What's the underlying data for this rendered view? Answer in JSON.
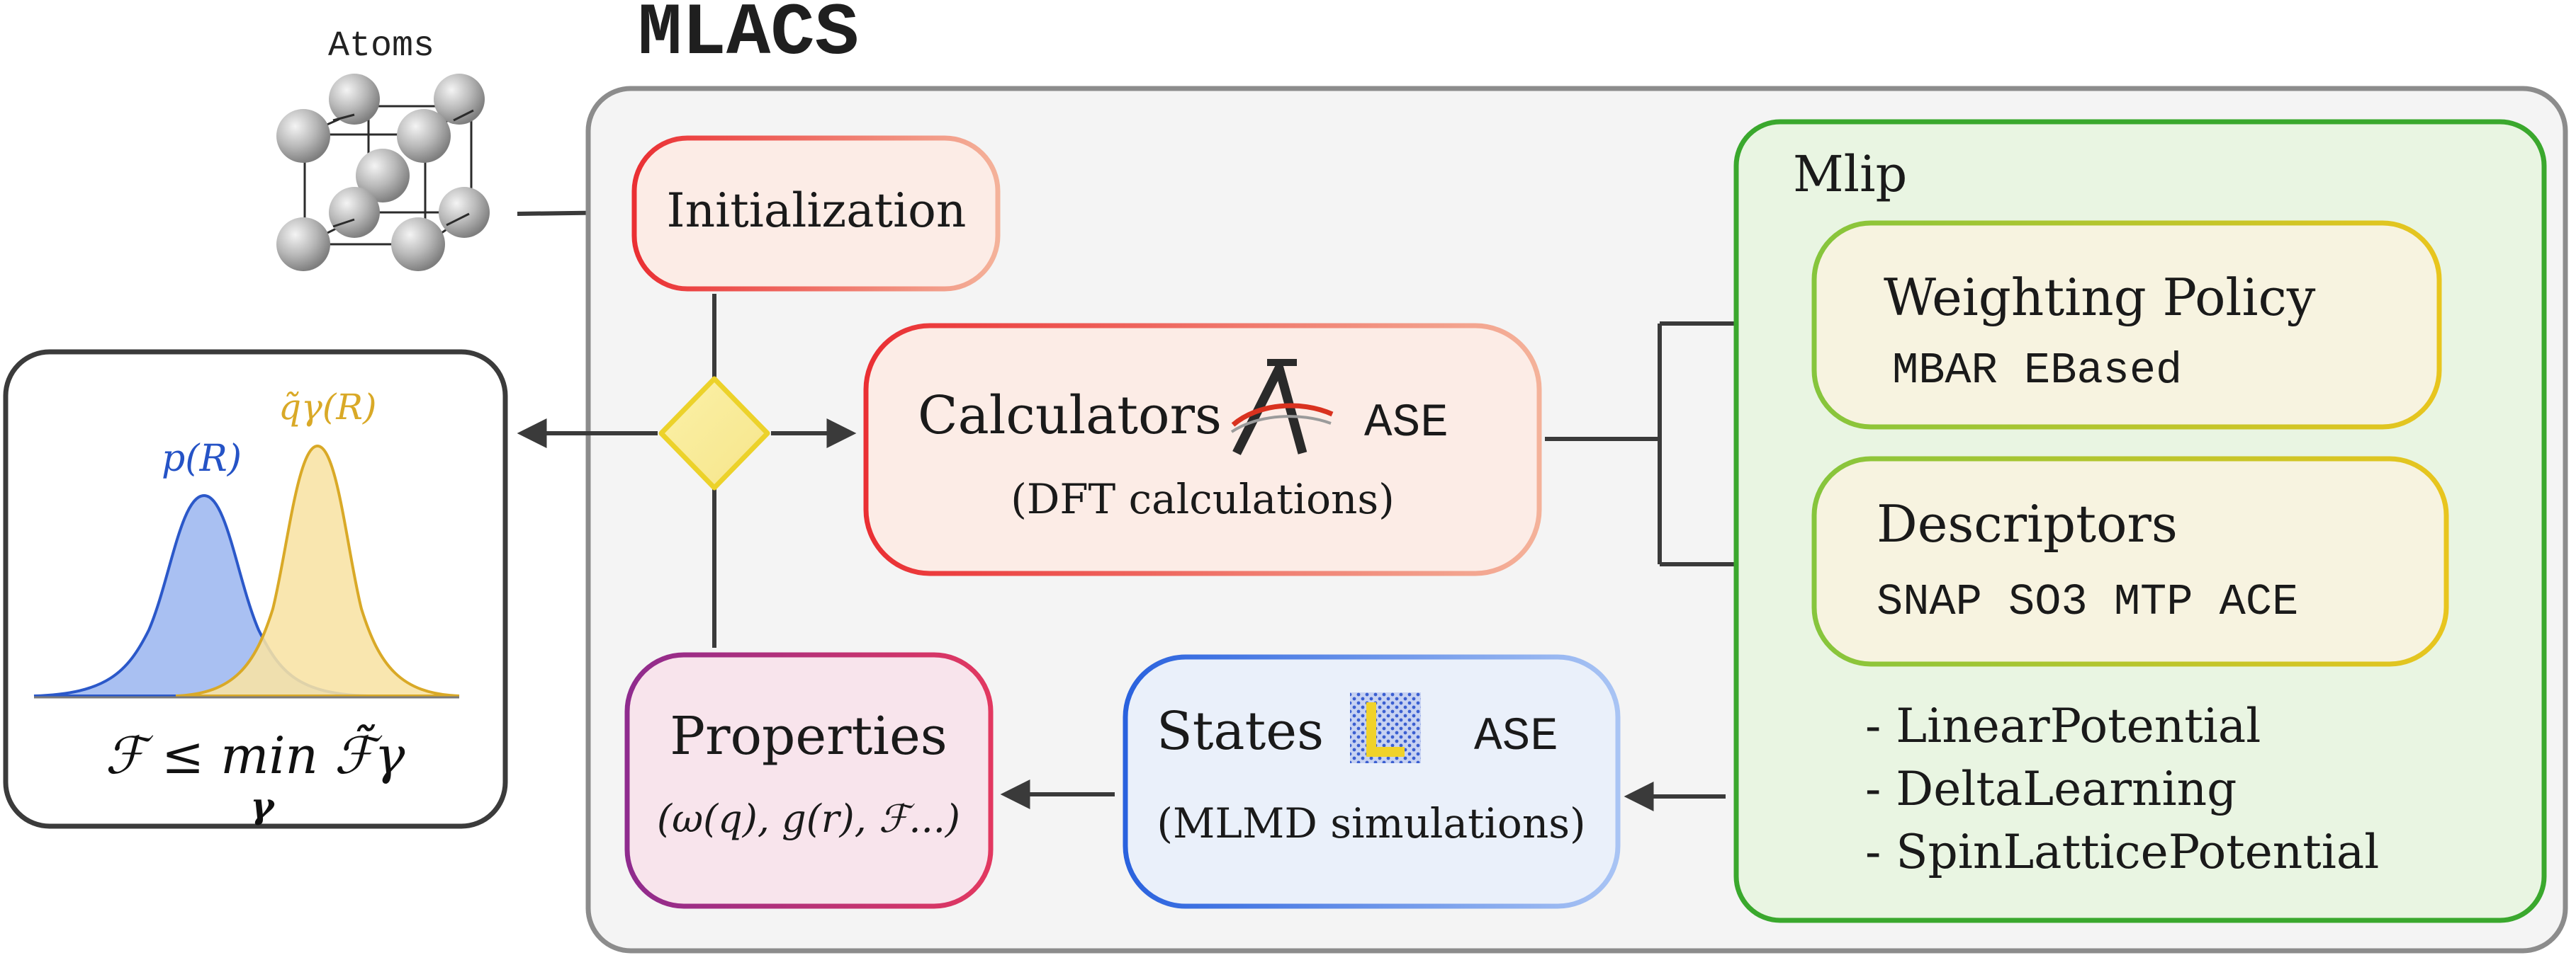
{
  "atoms": {
    "label": "Atoms"
  },
  "mlacs": {
    "title": "MLACS"
  },
  "initialization": {
    "label": "Initialization"
  },
  "calculators": {
    "label": "Calculators",
    "ase": "ASE",
    "subtitle": "(DFT calculations)"
  },
  "properties": {
    "label": "Properties",
    "subtitle": "(ω(q), g(r), ℱ...)"
  },
  "states": {
    "label": "States",
    "ase": "ASE",
    "subtitle": "(MLMD simulations)"
  },
  "mlip": {
    "title": "Mlip",
    "weighting": {
      "label": "Weighting Policy",
      "options": "MBAR EBased"
    },
    "descriptors": {
      "label": "Descriptors",
      "options": "SNAP SO3 MTP ACE"
    },
    "models": [
      "- LinearPotential",
      "- DeltaLearning",
      "- SpinLatticePotential"
    ]
  },
  "distribution": {
    "p_label": "p(R)",
    "q_label": "q̃γ(R)",
    "formula": "ℱ ≤ min ℱ̃γ",
    "formula_sub": "γ"
  },
  "colors": {
    "outer_frame": "#8c8c8c",
    "red_border": "#ea2f33",
    "purple_border": "#a02f8a",
    "blue_border": "#2e6fe0",
    "green_border": "#3aa82d",
    "yellow_border": "#e6c21c",
    "p_fill": "#a9c0f2",
    "q_fill": "#f8e3a4"
  }
}
